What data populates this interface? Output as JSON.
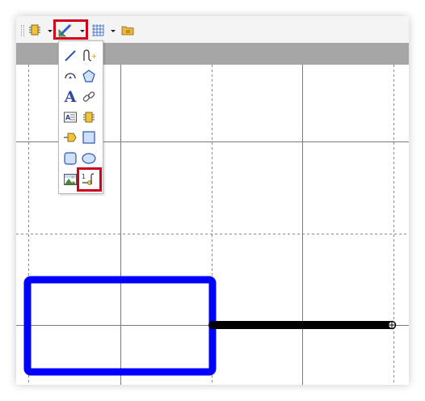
{
  "toolbar": {
    "items": [
      {
        "name": "component",
        "icon": "chip-icon"
      },
      {
        "name": "draw-tools",
        "icon": "pencil-ruler-icon",
        "highlighted": true
      },
      {
        "name": "grid",
        "icon": "grid-icon"
      },
      {
        "name": "folder",
        "icon": "folder-icon"
      }
    ]
  },
  "draw_menu": {
    "items": [
      {
        "name": "line",
        "icon": "line-icon"
      },
      {
        "name": "curve",
        "icon": "curve-icon"
      },
      {
        "name": "arc",
        "icon": "arc-icon"
      },
      {
        "name": "polygon",
        "icon": "polygon-icon"
      },
      {
        "name": "text",
        "icon": "text-icon",
        "label": "A"
      },
      {
        "name": "link",
        "icon": "link-icon"
      },
      {
        "name": "text-frame",
        "icon": "text-frame-icon"
      },
      {
        "name": "component",
        "icon": "chip-icon"
      },
      {
        "name": "pin",
        "icon": "pin-icon"
      },
      {
        "name": "rectangle",
        "icon": "rectangle-icon"
      },
      {
        "name": "rounded-rectangle",
        "icon": "rounded-rectangle-icon"
      },
      {
        "name": "ellipse",
        "icon": "ellipse-icon"
      },
      {
        "name": "image",
        "icon": "image-icon"
      },
      {
        "name": "port-pin",
        "icon": "port-pin-icon",
        "label": "1",
        "highlighted": true
      }
    ]
  },
  "colors": {
    "toolbar_bg": "#f4f4f4",
    "titlebar_bg": "#a6a6a6",
    "highlight": "#d0021b",
    "shape_blue": "#0000ff",
    "wire": "#000000",
    "grid_line": "#8a8a8a"
  }
}
